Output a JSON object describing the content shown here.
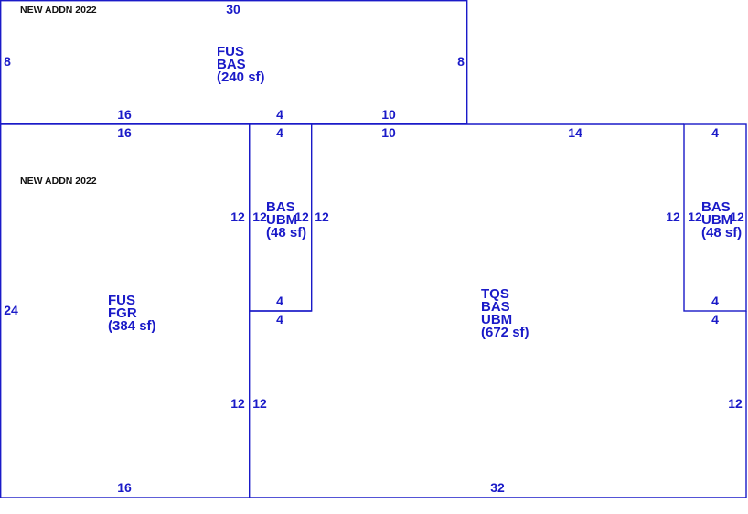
{
  "notes": {
    "top": "NEW ADDN 2022",
    "mid": "NEW ADDN 2022"
  },
  "areas": {
    "upper": {
      "l1": "FUS",
      "l2": "BAS",
      "l3": "(240 sf)"
    },
    "left": {
      "l1": "FUS",
      "l2": "FGR",
      "l3": "(384 sf)"
    },
    "small_a": {
      "l1": "BAS",
      "l2": "UBM",
      "l3": "(48 sf)"
    },
    "small_b": {
      "l1": "BAS",
      "l2": "UBM",
      "l3": "(48 sf)"
    },
    "main": {
      "l1": "TQS",
      "l2": "BAS",
      "l3": "UBM",
      "l4": "(672 sf)"
    }
  },
  "dims": {
    "upper_top": "30",
    "upper_left": "8",
    "upper_right": "8",
    "upper_bottom_a": "16",
    "upper_bottom_b": "4",
    "upper_bottom_c": "10",
    "left_top": "16",
    "left_side": "24",
    "left_bottom": "16",
    "sa_top": "4",
    "sa_left_out": "12",
    "sa_left_in": "12",
    "sa_right_in": "12",
    "sa_right_out": "12",
    "sa_bottom_in": "4",
    "sa_bottom_out": "4",
    "main_top_a": "10",
    "main_top_b": "14",
    "sb_top": "4",
    "sb_left_out": "12",
    "sb_left_in": "12",
    "sb_right": "12",
    "sb_bottom_in": "4",
    "sb_bottom_out": "4",
    "lower_left_a": "12",
    "lower_left_b": "12",
    "lower_right": "12",
    "main_bottom": "32"
  },
  "colors": {
    "line": "#1a1ac8",
    "note": "#111111",
    "background": "#ffffff"
  }
}
